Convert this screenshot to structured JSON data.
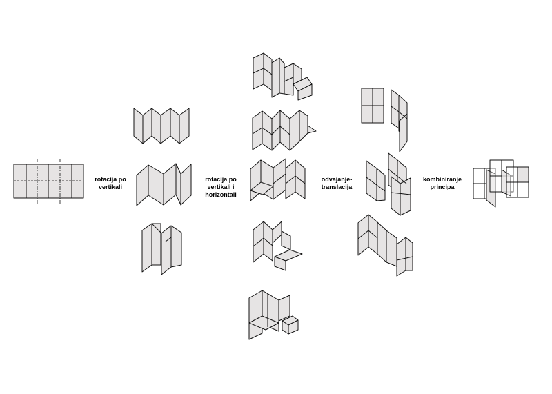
{
  "labels": {
    "step1": [
      "rotacija po",
      "vertikali"
    ],
    "step2": [
      "rotacija po",
      "vertikali i",
      "horizontali"
    ],
    "step3": [
      "odvajanje-",
      "translacija"
    ],
    "step4": [
      "kombiniranje",
      "principa"
    ]
  },
  "colors": {
    "panel_fill": "#e6e4e4",
    "stroke": "#111111",
    "background": "#ffffff"
  }
}
